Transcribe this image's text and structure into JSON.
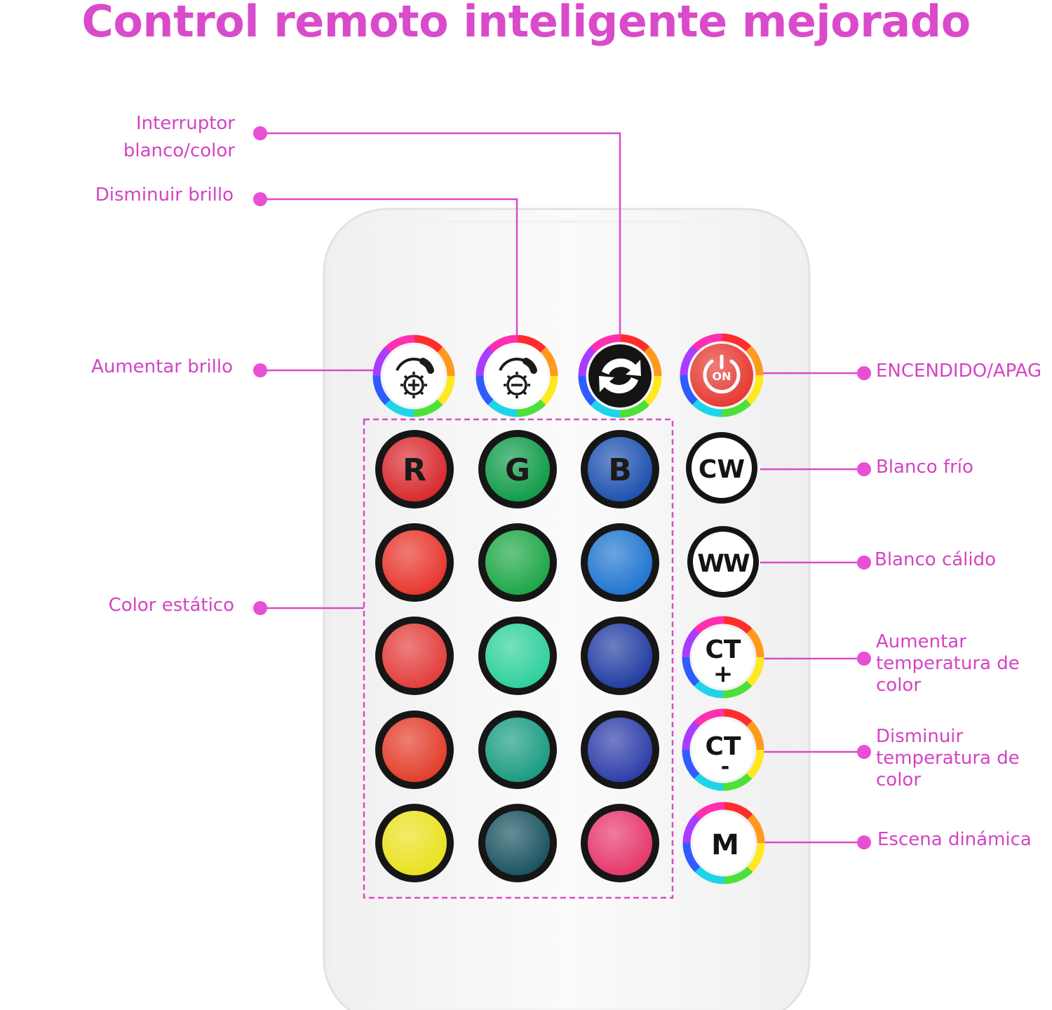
{
  "title": "Control remoto inteligente mejorado",
  "labels": {
    "interruptor_line1": "Interruptor",
    "interruptor_line2": "blanco/color",
    "disminuir_brillo": "Disminuir brillo",
    "aumentar_brillo": "Aumentar brillo",
    "color_estatico": "Color estático",
    "encendido": "ENCENDIDO/APAG",
    "blanco_frio": "Blanco frío",
    "blanco_calido": "Blanco cálido",
    "aumentar_ct_line1": "Aumentar",
    "aumentar_ct_line2": "temperatura de",
    "aumentar_ct_line3": "color",
    "disminuir_ct_line1": "Disminuir",
    "disminuir_ct_line2": "temperatura de",
    "disminuir_ct_line3": "color",
    "escena_dinamica": "Escena dinámica"
  },
  "buttons": {
    "r": "R",
    "g": "G",
    "b": "B",
    "cw": "CW",
    "ww": "WW",
    "ct": "CT",
    "ct_plus": "+",
    "ct_minus": "-",
    "m": "M",
    "on": "ON"
  },
  "colors": {
    "accent": "#d94bcb",
    "dot": "#e84fd6",
    "line": "#d94bcb",
    "remote_body": "#f7f7f7",
    "static_colors": [
      [
        "#d8262b",
        "#0d9a47",
        "#1a4fae"
      ],
      [
        "#e8332a",
        "#1aa543",
        "#1c73cf"
      ],
      [
        "#e23a38",
        "#2bcf9b",
        "#1f3aa0"
      ],
      [
        "#e23a26",
        "#169a80",
        "#2a3aa8"
      ],
      [
        "#eae11c",
        "#16505e",
        "#e63468"
      ]
    ],
    "power_red": "#e6362e"
  }
}
